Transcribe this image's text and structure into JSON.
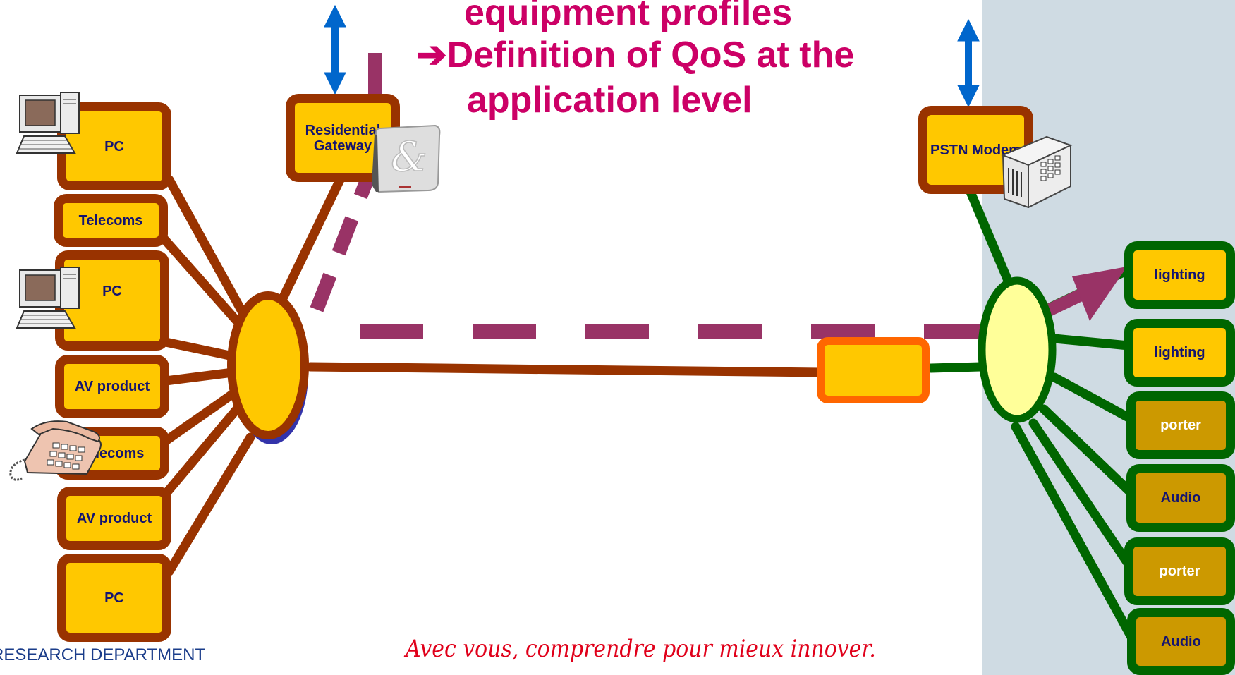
{
  "heading": {
    "line0": "equipment profiles",
    "line1": "➔Definition of QoS at the",
    "line2": "application level"
  },
  "left_devices": [
    {
      "label": "PC"
    },
    {
      "label": "Telecoms"
    },
    {
      "label": "PC"
    },
    {
      "label": "AV product"
    },
    {
      "label": "Telecoms"
    },
    {
      "label": "AV product"
    },
    {
      "label": "PC"
    }
  ],
  "gateway": {
    "label": "Residential Gateway"
  },
  "pstn": {
    "label": "PSTN Modem"
  },
  "right_devices": [
    {
      "label": "lighting"
    },
    {
      "label": "lighting"
    },
    {
      "label": "porter"
    },
    {
      "label": "Audio"
    },
    {
      "label": "porter"
    },
    {
      "label": "Audio"
    }
  ],
  "footer": {
    "department": "RESEARCH DEPARTMENT",
    "slogan": "Avec vous, comprendre pour mieux innover."
  },
  "colors": {
    "brown_network": "#993300",
    "green_network": "#006600",
    "dashed_path": "#993366",
    "arrow_blue": "#0066cc",
    "heading": "#cc0066",
    "hub_left": "#ffc800",
    "hub_right": "#ffff99",
    "bridge_border": "#ff6600"
  },
  "icons": [
    "pc-icon",
    "pc-icon",
    "telephone-icon",
    "gateway-device-icon",
    "modem-device-icon"
  ]
}
